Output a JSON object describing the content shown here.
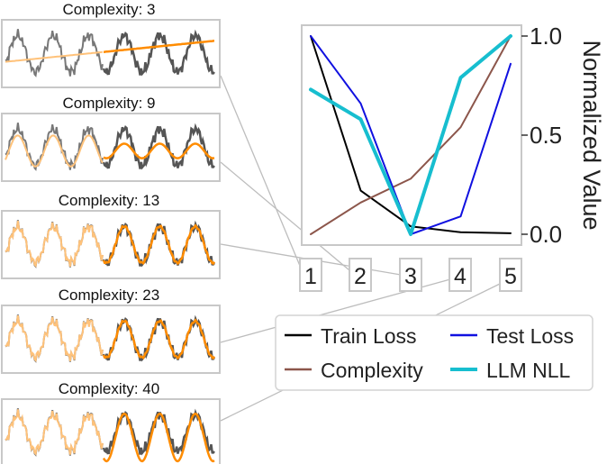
{
  "chart_data": [
    {
      "type": "line",
      "x": [
        1,
        2,
        3,
        4,
        5
      ],
      "ylabel": "Normalized Value",
      "ylim": [
        0.0,
        1.0
      ],
      "yticks": [
        "0.0",
        "0.5",
        "1.0"
      ],
      "xtick_labels": [
        "1",
        "2",
        "3",
        "4",
        "5"
      ],
      "grid": false,
      "legend_position": "bottom",
      "series": [
        {
          "name": "Train Loss",
          "color": "#000000",
          "values": [
            1.0,
            0.22,
            0.04,
            0.01,
            0.005
          ]
        },
        {
          "name": "Test Loss",
          "color": "#1010e0",
          "values": [
            1.0,
            0.66,
            0.0,
            0.09,
            0.86
          ]
        },
        {
          "name": "Complexity",
          "color": "#8c564b",
          "values": [
            0.0,
            0.16,
            0.28,
            0.54,
            1.0
          ]
        },
        {
          "name": "LLM NLL",
          "color": "#17becf",
          "values": [
            0.73,
            0.58,
            0.0,
            0.79,
            1.0
          ]
        }
      ]
    },
    {
      "type": "line",
      "panels": [
        {
          "title": "Complexity: 3",
          "index": "1"
        },
        {
          "title": "Complexity: 9",
          "index": "2"
        },
        {
          "title": "Complexity: 13",
          "index": "3"
        },
        {
          "title": "Complexity: 23",
          "index": "4"
        },
        {
          "title": "Complexity: 40",
          "index": "5"
        }
      ],
      "colors": {
        "observed": "#555555",
        "fit_train": "#ffc27a",
        "fit_test": "#ff8c00",
        "border": "#c8c8c8"
      }
    }
  ]
}
